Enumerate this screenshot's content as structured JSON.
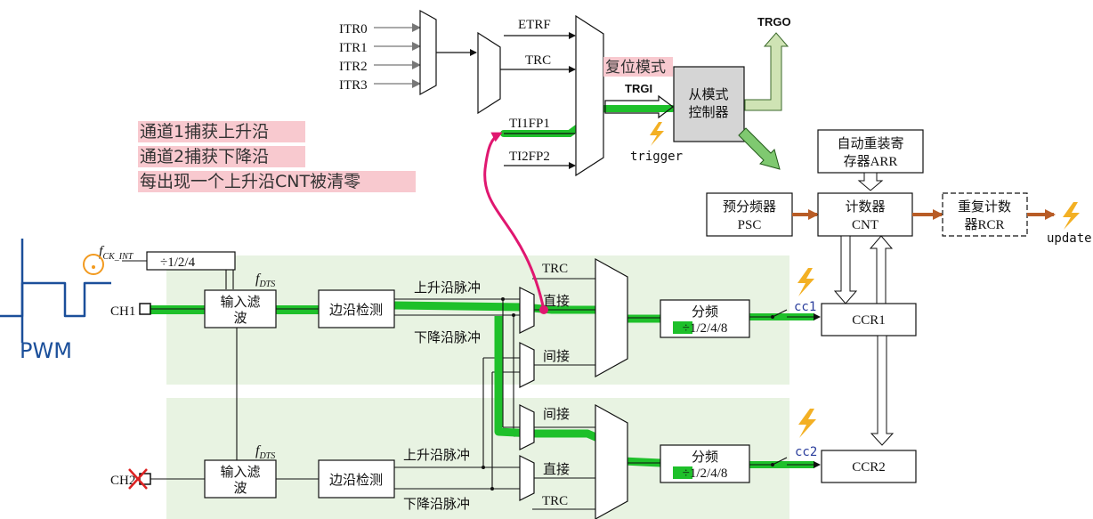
{
  "colors": {
    "signal_green": "#1ec02a",
    "panel_green": "#e8f3e2",
    "highlight_pink": "#f8c9cf",
    "annotation_magenta": "#e01770",
    "arrow_brown": "#b85c26",
    "ink_blue": "#1b4f9a",
    "bolt_orange": "#f3b024"
  },
  "inputs": {
    "itr0": "ITR0",
    "itr1": "ITR1",
    "itr2": "ITR2",
    "itr3": "ITR3",
    "etrf": "ETRF",
    "trc": "TRC",
    "ti1fp1": "TI1FP1",
    "ti2fp2": "TI2FP2"
  },
  "slave": {
    "reset_mode": "复位模式",
    "trgi": "TRGI",
    "trigger": "trigger",
    "controller_line1": "从模式",
    "controller_line2": "控制器",
    "trgo": "TRGO"
  },
  "notes": {
    "line1": "通道1捕获上升沿",
    "line2": "通道2捕获下降沿",
    "line3": "每出现一个上升沿CNT被清零"
  },
  "counter": {
    "arr_line1": "自动重装寄",
    "arr_line2": "存器ARR",
    "psc_line1": "预分频器",
    "psc_line2": "PSC",
    "cnt_line1": "计数器",
    "cnt_line2": "CNT",
    "rcr_line1": "重复计数",
    "rcr_line2": "器RCR",
    "update": "update"
  },
  "channel1": {
    "fck_int_base": "f",
    "fck_int_sub": "CK_INT",
    "divider": "÷1/2/4",
    "fdts_base": "f",
    "fdts_sub": "DTS",
    "input_label": "CH1",
    "filter_line1": "输入滤",
    "filter_line2": "波",
    "edge_detect": "边沿检测",
    "rising_pulse": "上升沿脉冲",
    "falling_pulse": "下降沿脉冲",
    "mux_trc": "TRC",
    "mux_direct": "直接",
    "mux_indirect": "间接",
    "prescaler_line1": "分频",
    "prescaler_line2": "÷1/2/4/8",
    "cc_label": "cc1",
    "ccr": "CCR1"
  },
  "channel2": {
    "fdts_base": "f",
    "fdts_sub": "DTS",
    "input_label": "CH2",
    "filter_line1": "输入滤",
    "filter_line2": "波",
    "edge_detect": "边沿检测",
    "rising_pulse": "上升沿脉冲",
    "falling_pulse": "下降沿脉冲",
    "mux_indirect": "间接",
    "mux_direct": "直接",
    "mux_trc": "TRC",
    "prescaler_line1": "分频",
    "prescaler_line2": "÷1/2/4/8",
    "cc_label": "cc2",
    "ccr": "CCR2"
  },
  "handwriting": {
    "pwm": "PWM"
  }
}
